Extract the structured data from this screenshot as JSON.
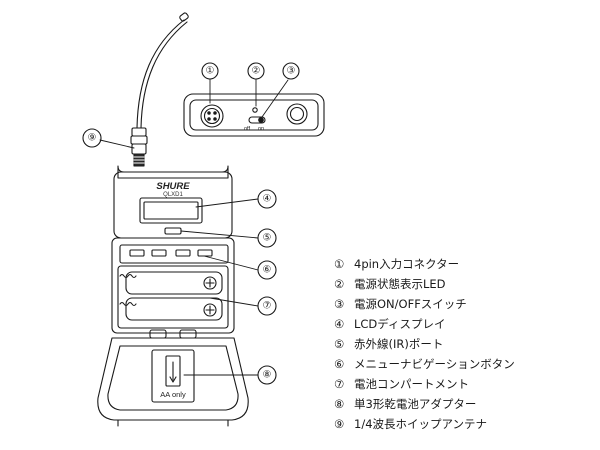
{
  "labels": {
    "off": "off",
    "on": "on",
    "brand": "SHURE",
    "model": "QLXD1",
    "battery_text": "AA only"
  },
  "callouts": [
    "①",
    "②",
    "③",
    "④",
    "⑤",
    "⑥",
    "⑦",
    "⑧",
    "⑨"
  ],
  "legend": [
    {
      "num": "①",
      "text": "4pin入力コネクター"
    },
    {
      "num": "②",
      "text": "電源状態表示LED"
    },
    {
      "num": "③",
      "text": "電源ON/OFFスイッチ"
    },
    {
      "num": "④",
      "text": "LCDディスプレイ"
    },
    {
      "num": "⑤",
      "text": "赤外線(IR)ポート"
    },
    {
      "num": "⑥",
      "text": "メニューナビゲーションボタン"
    },
    {
      "num": "⑦",
      "text": "電池コンパートメント"
    },
    {
      "num": "⑧",
      "text": "単3形乾電池アダプター"
    },
    {
      "num": "⑨",
      "text": "1/4波長ホイップアンテナ"
    }
  ]
}
